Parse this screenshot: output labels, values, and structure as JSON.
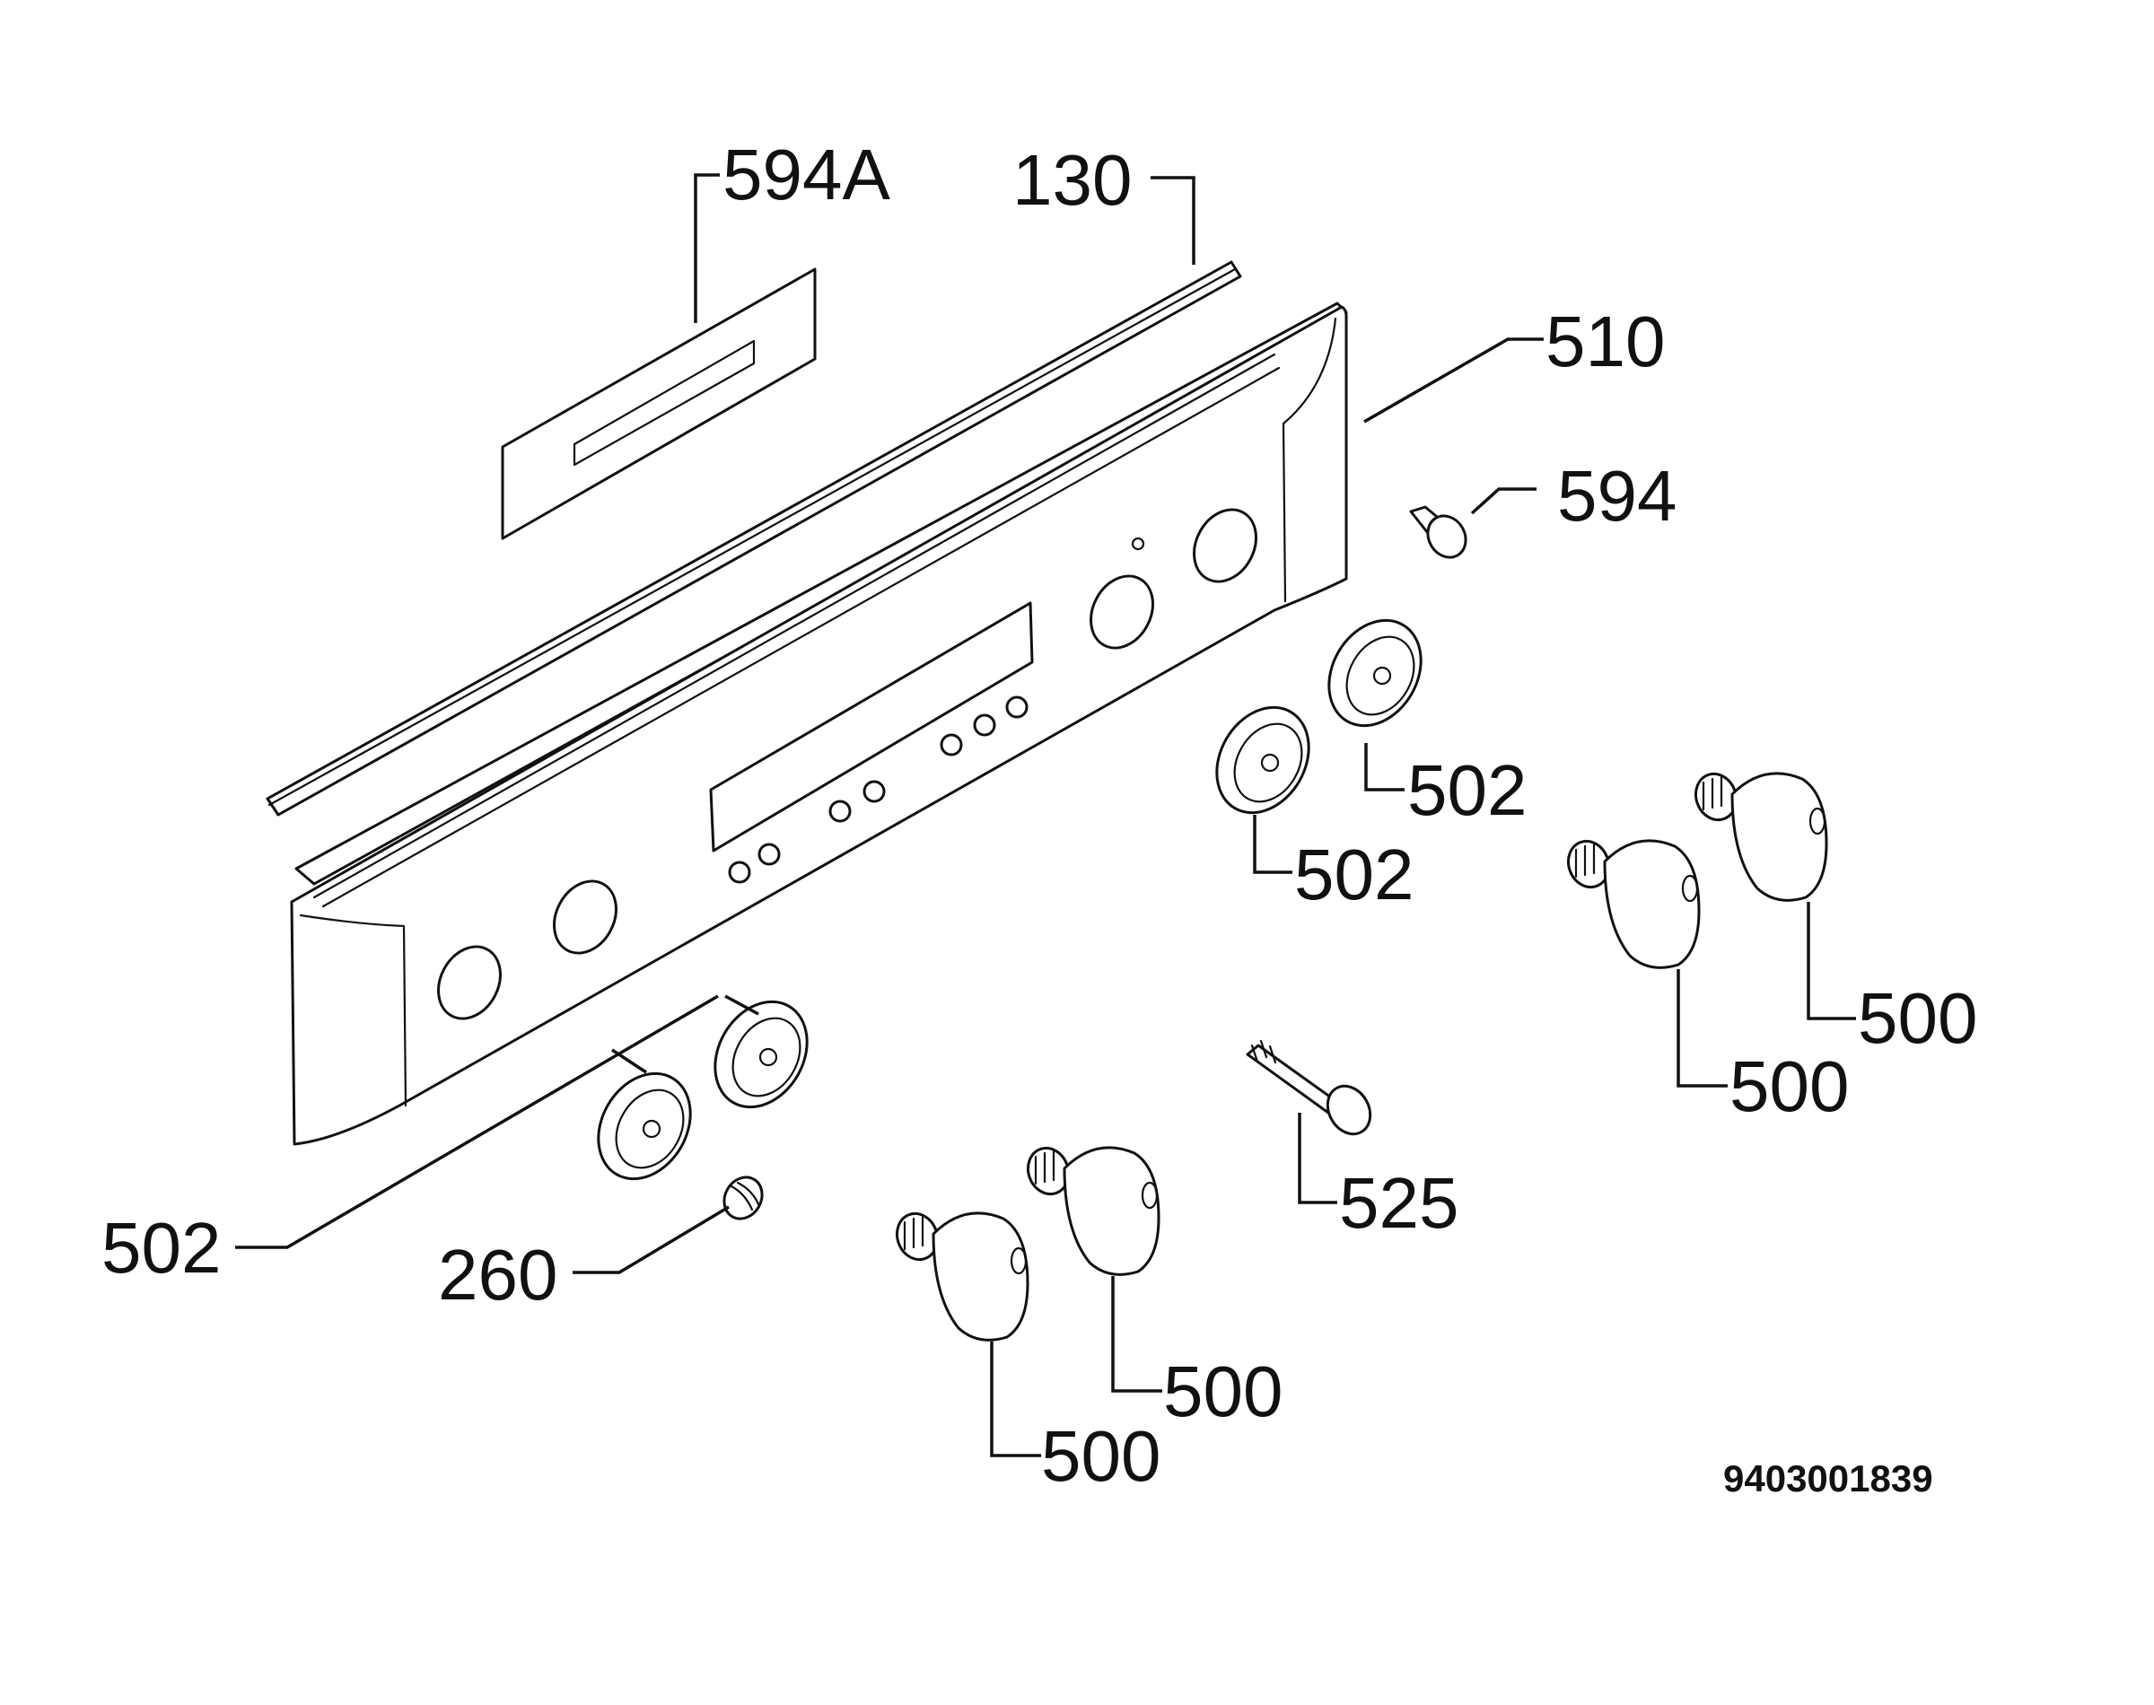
{
  "labels": {
    "l_594A": "594A",
    "l_130": "130",
    "l_510": "510",
    "l_594": "594",
    "l_502_a": "502",
    "l_502_b": "502",
    "l_502_c": "502",
    "l_500_a": "500",
    "l_500_b": "500",
    "l_500_c": "500",
    "l_500_d": "500",
    "l_525": "525",
    "l_260": "260"
  },
  "drawing_number": "9403001839"
}
